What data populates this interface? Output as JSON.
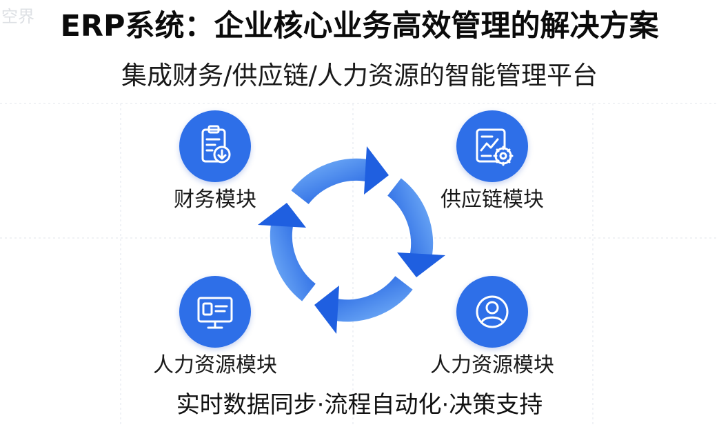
{
  "title": "ERP系统：企业核心业务高效管理的解决方案",
  "subtitle": "集成财务/供应链/人力资源的智能管理平台",
  "watermark_text": "空界",
  "modules": [
    {
      "label": "财务模块",
      "icon": "clipboard-download-icon"
    },
    {
      "label": "供应链模块",
      "icon": "chart-gear-icon"
    },
    {
      "label": "人力资源模块",
      "icon": "monitor-profile-icon"
    },
    {
      "label": "人力资源模块",
      "icon": "user-circle-icon"
    }
  ],
  "footer": "实时数据同步·流程自动化·决策支持",
  "colors": {
    "accent": "#2e6fe8",
    "arrow_light": "#6aa6f5",
    "arrow_dark": "#1f5fe0",
    "grid_line": "#e6e9ef"
  }
}
